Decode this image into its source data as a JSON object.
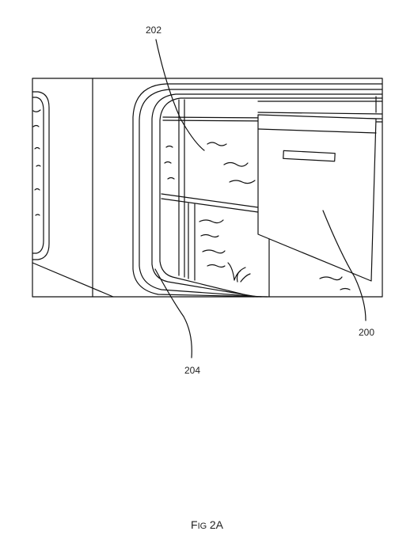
{
  "figure": {
    "labels": {
      "window_pane": "202",
      "shade_panel": "200",
      "window_frame": "204"
    },
    "caption": {
      "first_letter": "F",
      "small_caps": "IG",
      "number": "2A"
    }
  }
}
